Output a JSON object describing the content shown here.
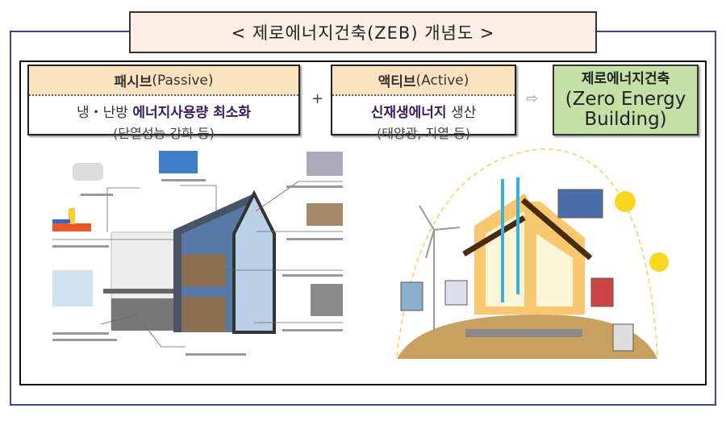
{
  "title": "< 제로에너지건축(ZEB) 개념도 >",
  "passive": {
    "header_bold": "패시브",
    "header_rest": "(Passive)",
    "line1_plain": "냉・난방 ",
    "line1_bold": "에너지사용량 최소화",
    "line2": "(단열성능 강화 등)"
  },
  "plus": "+",
  "active": {
    "header_bold": "액티브",
    "header_rest": "(Active)",
    "line1_bold": "신재생에너지",
    "line1_plain": " 생산",
    "line2": "(태양광, 지열 등)"
  },
  "arrow": "⇨",
  "zeb": {
    "korean": "제로에너지건축",
    "english_1": "(Zero Energy",
    "english_2": "Building)"
  },
  "colors": {
    "frame": "#3b4a8c",
    "title_bg": "#fdeee6",
    "header_bg": "#fbe3bf",
    "zeb_bg": "#c5e0a6"
  }
}
